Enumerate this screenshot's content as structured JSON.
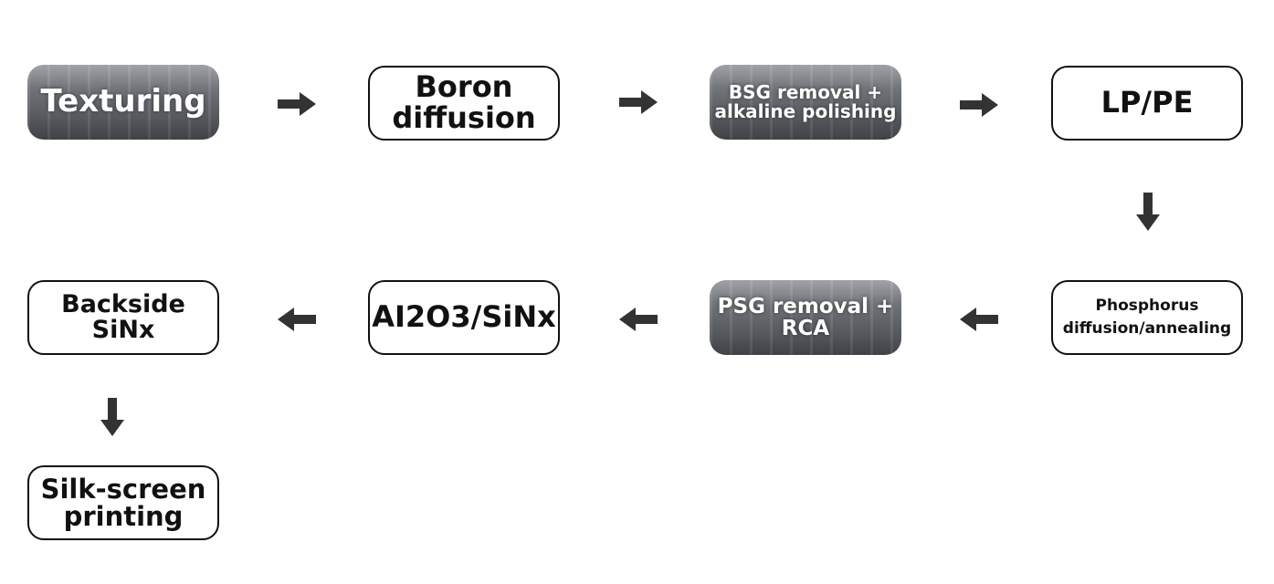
{
  "diagram": {
    "type": "process-flow",
    "steps": [
      {
        "id": 1,
        "label": "Texturing",
        "style": "photo"
      },
      {
        "id": 2,
        "label": "Boron diffusion",
        "line1": "Boron",
        "line2": "diffusion",
        "style": "outlined"
      },
      {
        "id": 3,
        "label": "BSG removal + alkaline polishing",
        "line1": "BSG removal +",
        "line2": "alkaline polishing",
        "style": "photo"
      },
      {
        "id": 4,
        "label": "LP/PE",
        "style": "outlined"
      },
      {
        "id": 5,
        "label": "Phosphorus diffusion/annealing",
        "line1": "Phosphorus",
        "line2": "diffusion/annealing",
        "style": "outlined"
      },
      {
        "id": 6,
        "label": "PSG removal + RCA",
        "line1": "PSG removal +",
        "line2": "RCA",
        "style": "photo"
      },
      {
        "id": 7,
        "label": "Al2O3/SiNx",
        "display": "AI2O3/SiNx",
        "style": "outlined"
      },
      {
        "id": 8,
        "label": "Backside SiNx",
        "line1": "Backside",
        "line2": "SiNx",
        "style": "outlined"
      },
      {
        "id": 9,
        "label": "Silk-screen printing",
        "line1": "Silk-screen",
        "line2": "printing",
        "style": "outlined"
      }
    ],
    "arrows": [
      {
        "from": 1,
        "to": 2,
        "direction": "right"
      },
      {
        "from": 2,
        "to": 3,
        "direction": "right"
      },
      {
        "from": 3,
        "to": 4,
        "direction": "right"
      },
      {
        "from": 4,
        "to": 5,
        "direction": "down"
      },
      {
        "from": 5,
        "to": 6,
        "direction": "left"
      },
      {
        "from": 6,
        "to": 7,
        "direction": "left"
      },
      {
        "from": 7,
        "to": 8,
        "direction": "left"
      },
      {
        "from": 8,
        "to": 9,
        "direction": "down"
      }
    ],
    "colors": {
      "border": "#111111",
      "arrow": "#333333",
      "photo_text": "#ffffff"
    }
  }
}
